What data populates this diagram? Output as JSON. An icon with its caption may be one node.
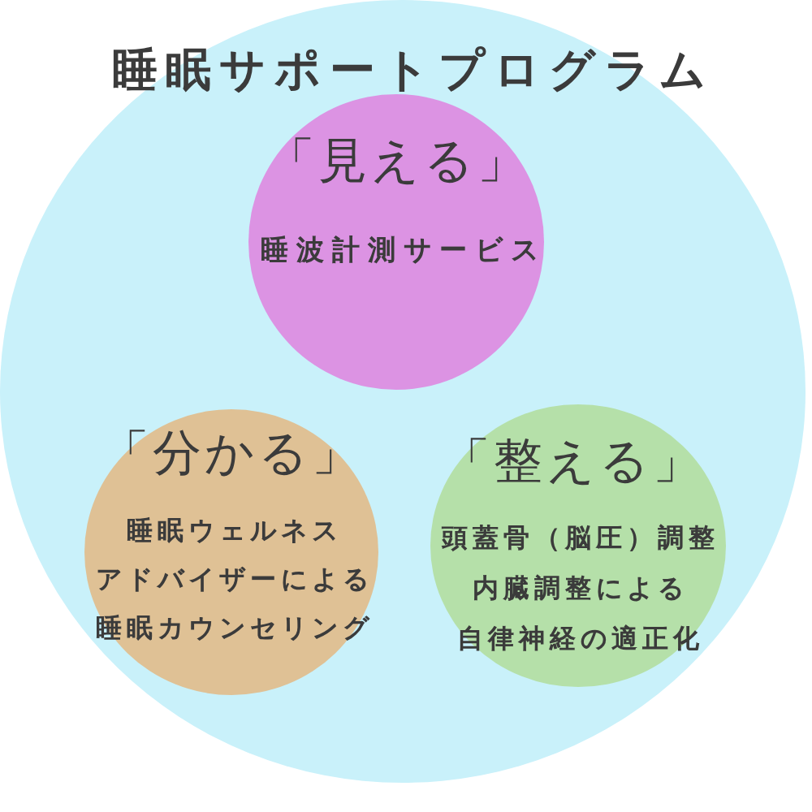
{
  "diagram": {
    "nodes": [
      {
        "text": [
          "睡眠サポートプログラム"
        ]
      },
      {
        "text": [
          "「見える」",
          "睡波計測サービス"
        ],
        "in": 0
      },
      {
        "text": [
          "「分かる」",
          "睡眠ウェルネスアドバイザーによる睡眠カウンセリング"
        ],
        "in": 0
      },
      {
        "text": [
          "「整える」",
          "頭蓋骨（脳圧）調整内臓調整による自律神経の適正化"
        ],
        "in": 0
      }
    ]
  }
}
